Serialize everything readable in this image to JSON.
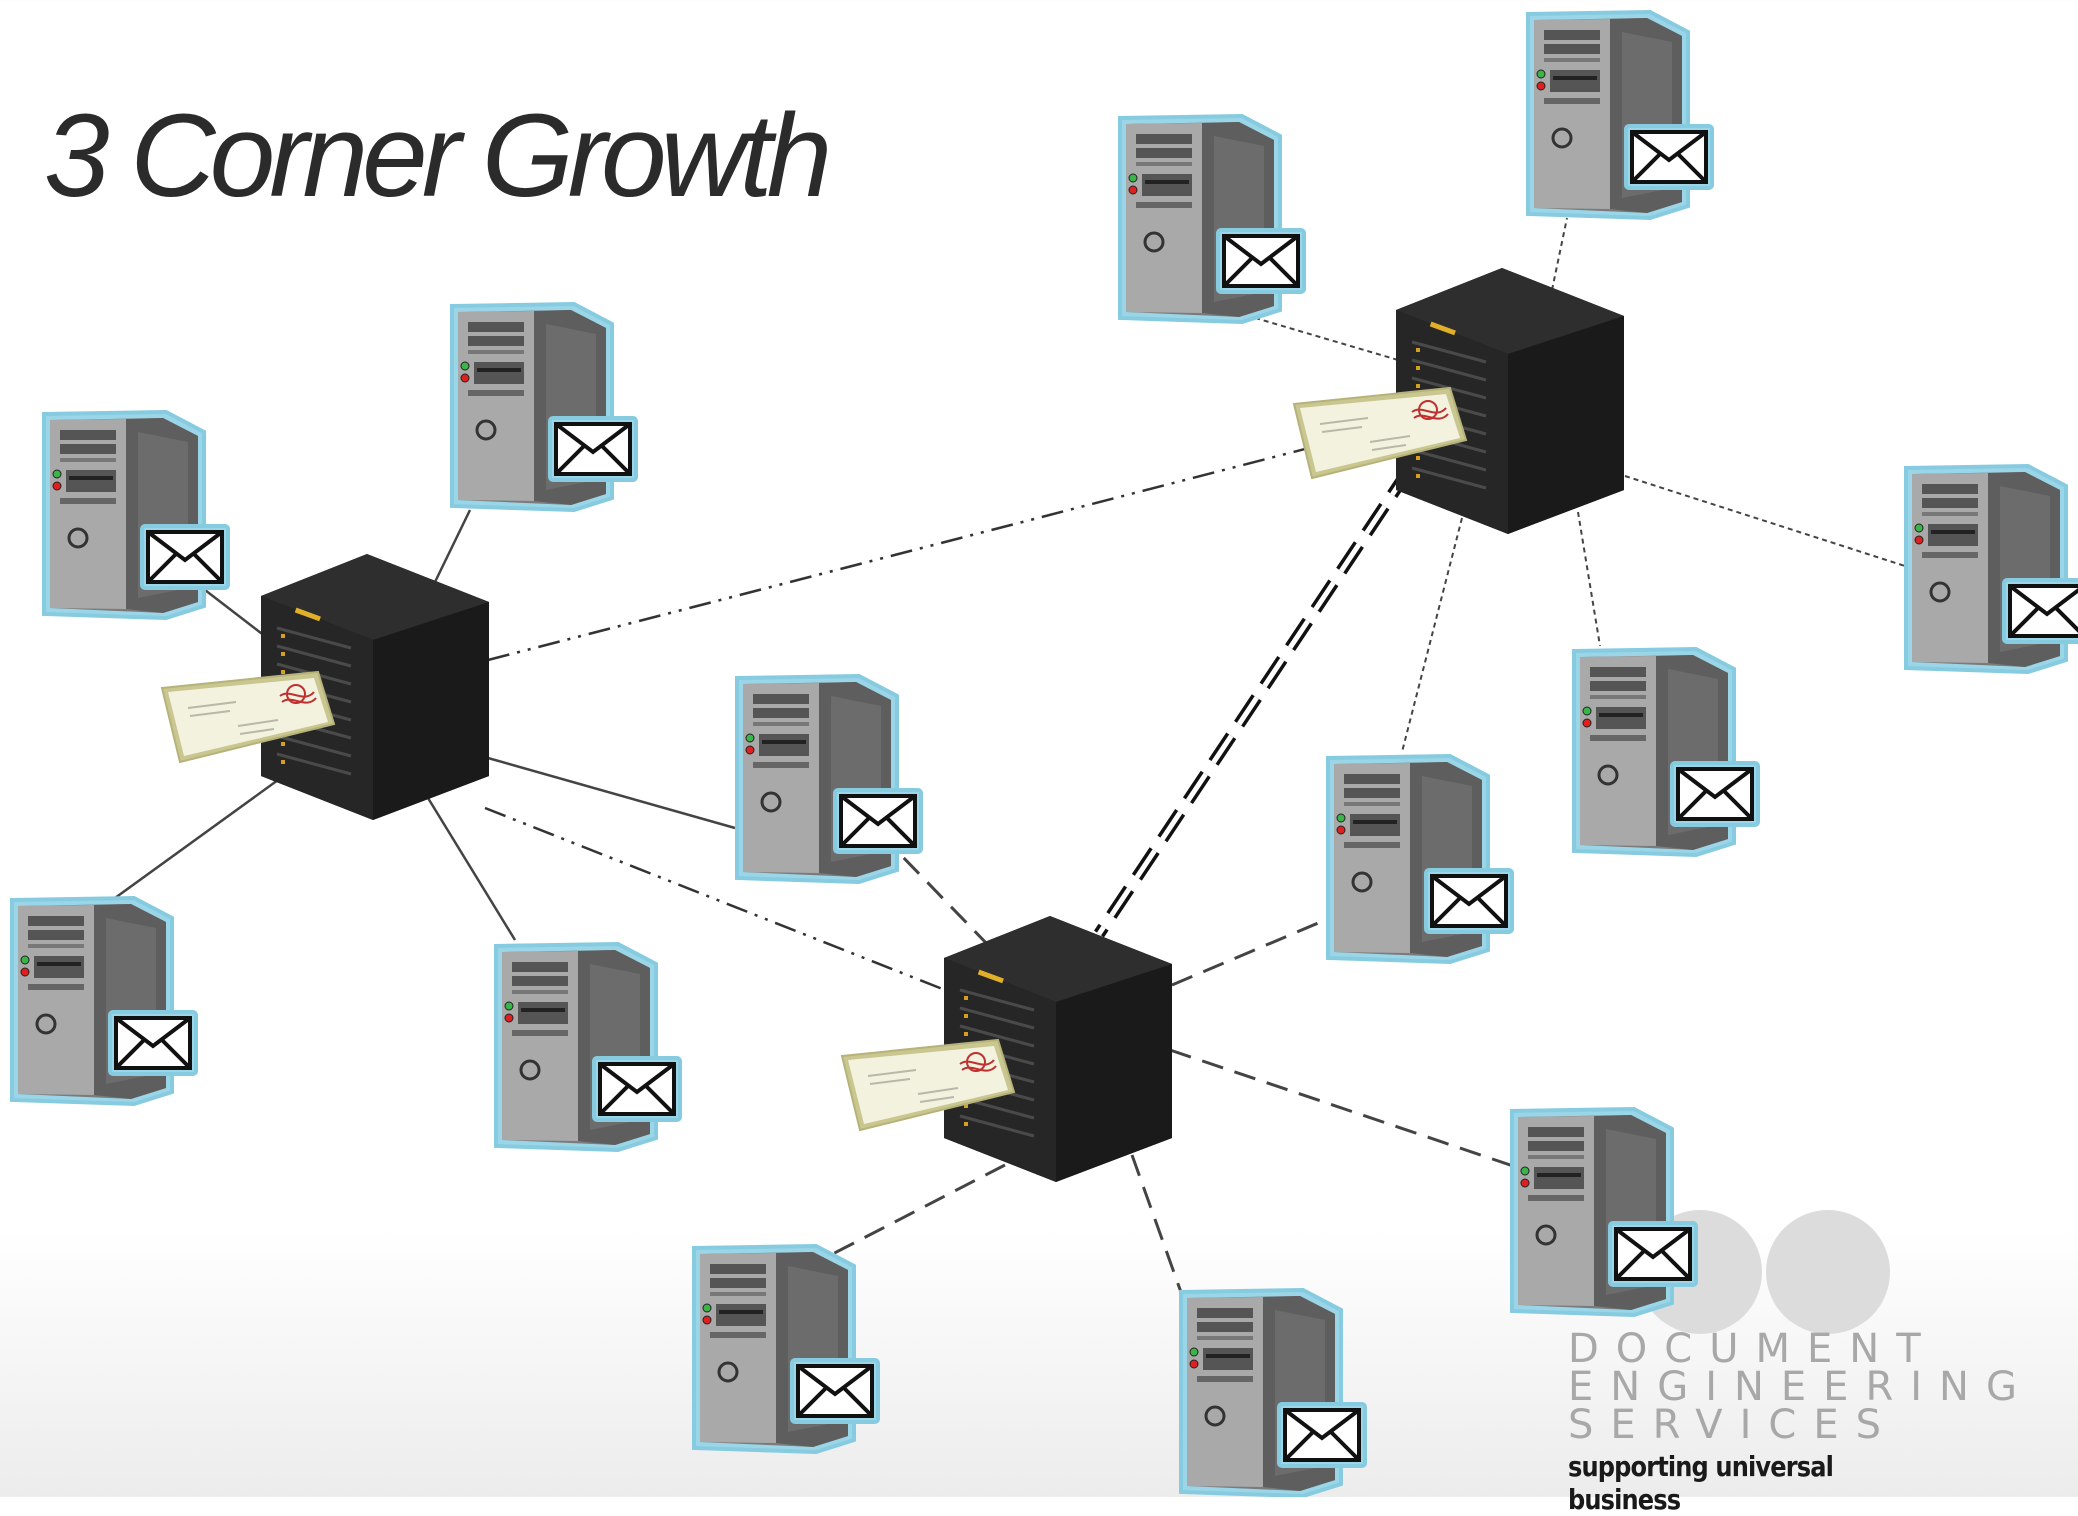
{
  "slide": {
    "title": "3 Corner Growth"
  },
  "diagram": {
    "hubs": [
      {
        "id": "hub-a",
        "label": ""
      },
      {
        "id": "hub-b",
        "label": ""
      },
      {
        "id": "hub-c",
        "label": ""
      }
    ],
    "clients": [
      {
        "id": "a1",
        "hub": "hub-a"
      },
      {
        "id": "a2",
        "hub": "hub-a"
      },
      {
        "id": "a3",
        "hub": "hub-a"
      },
      {
        "id": "a4",
        "hub": "hub-a"
      },
      {
        "id": "a5",
        "hub": "hub-a"
      },
      {
        "id": "b1",
        "hub": "hub-b"
      },
      {
        "id": "b2",
        "hub": "hub-b"
      },
      {
        "id": "b3",
        "hub": "hub-b"
      },
      {
        "id": "b4",
        "hub": "hub-b"
      },
      {
        "id": "b5",
        "hub": "hub-b"
      },
      {
        "id": "c1",
        "hub": "hub-c"
      },
      {
        "id": "c2",
        "hub": "hub-c"
      },
      {
        "id": "c3",
        "hub": "hub-c"
      },
      {
        "id": "c4",
        "hub": "hub-c"
      }
    ],
    "hub_links": [
      {
        "from": "hub-a",
        "to": "hub-b",
        "style": "dash-dot"
      },
      {
        "from": "hub-a",
        "to": "hub-c",
        "style": "dash-dot"
      },
      {
        "from": "hub-b",
        "to": "hub-c",
        "style": "double-dashed"
      }
    ],
    "client_link_styles": {
      "hub-a": "solid",
      "hub-b": "dotted",
      "hub-c": "dashed"
    },
    "colors": {
      "tower_outline": "#8fd3e6",
      "tower_body": "#8a8a8a",
      "hub_body": "#1e1e1e",
      "envelope": "#ffffff",
      "document": "#efeed8",
      "logo_red": "#d01818",
      "logo_gray": "#dddddd"
    },
    "icons": [
      "server-tower-icon",
      "mail-envelope-icon",
      "hub-server-icon",
      "letter-document-icon"
    ]
  },
  "logo": {
    "line1": "DOCUMENT",
    "line2": "ENGINEERING",
    "line3": "SERVICES",
    "tagline": "supporting universal business"
  }
}
